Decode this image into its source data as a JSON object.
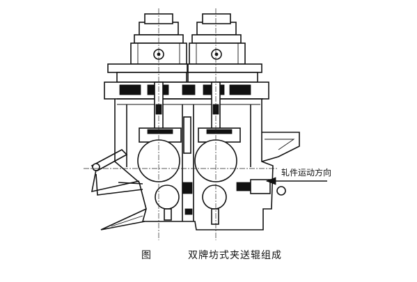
{
  "figure": {
    "callout_label": "轧件运动方向",
    "caption_figure": "图",
    "caption_title": "双牌坊式夹送辊组成"
  }
}
